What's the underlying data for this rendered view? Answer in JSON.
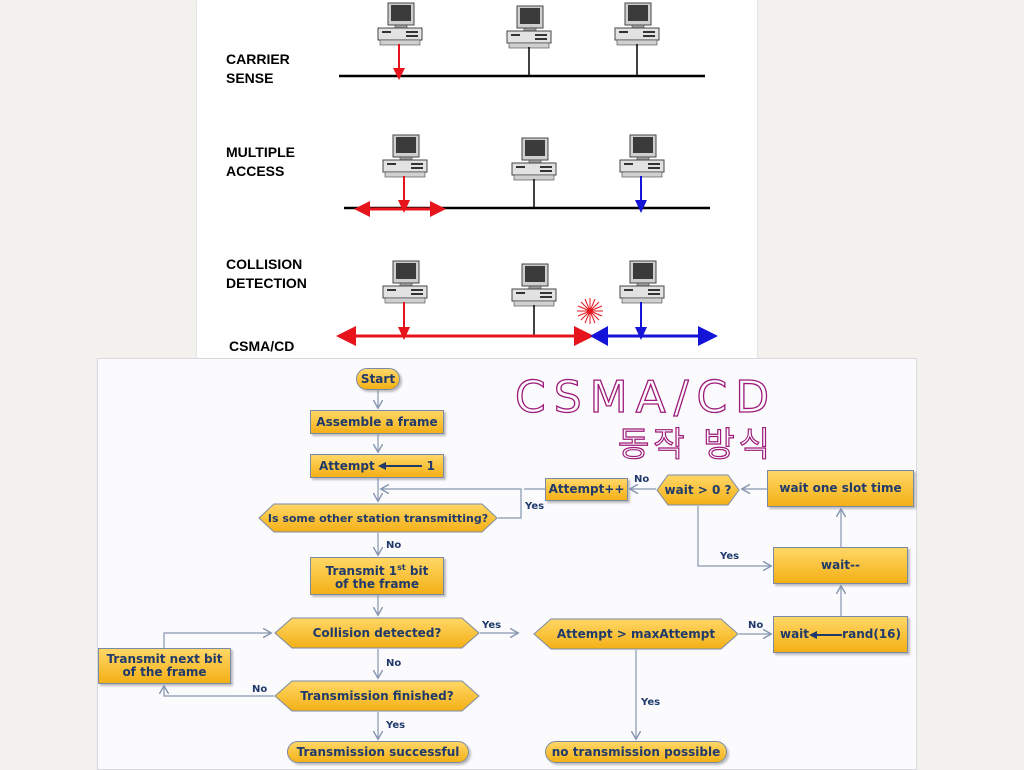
{
  "top_labels": {
    "carrier": [
      "CARRIER",
      "SENSE"
    ],
    "multiple": [
      "MULTIPLE",
      "ACCESS"
    ],
    "collision": [
      "COLLISION",
      "DETECTION"
    ],
    "csmacd": "CSMA/CD"
  },
  "colors": {
    "red": "#e8141c",
    "blue": "#1414d8",
    "node_fill": "#f7bb2a",
    "node_text": "#1f3a6b",
    "connector": "#8796b0",
    "handwriting": "#9e1a7a"
  },
  "flow": {
    "start": "Start",
    "assemble": "Assemble a frame",
    "attempt_label": "Attempt",
    "attempt_value": "1",
    "question_transmitting": "Is some other station transmitting?",
    "transmit_first_line1": "Transmit 1",
    "transmit_first_sup": "st",
    "transmit_first_bit": "bit",
    "transmit_first_line2": "of the frame",
    "collision_detected": "Collision detected?",
    "transmission_finished": "Transmission finished?",
    "transmission_successful": "Transmission successful",
    "transmit_next_line1": "Transmit next bit",
    "transmit_next_line2": "of the frame",
    "attempt_gt_max": "Attempt > maxAttempt",
    "no_transmission": "no transmission possible",
    "wait_rand_left": "wait",
    "wait_rand_right": "rand(16)",
    "wait_dec": "wait--",
    "wait_slot": "wait one slot time",
    "wait_gt_zero": "wait > 0 ?",
    "attempt_inc": "Attempt++"
  },
  "edge_labels": {
    "yes_transmitting": "Yes",
    "no_transmitting": "No",
    "yes_collision": "Yes",
    "no_collision": "No",
    "no_finished": "No",
    "yes_finished": "Yes",
    "no_max": "No",
    "yes_max": "Yes",
    "yes_wait": "Yes",
    "no_wait": "No"
  },
  "handwriting": {
    "line1": "CSMA/CD",
    "line2": "동작 방식"
  }
}
